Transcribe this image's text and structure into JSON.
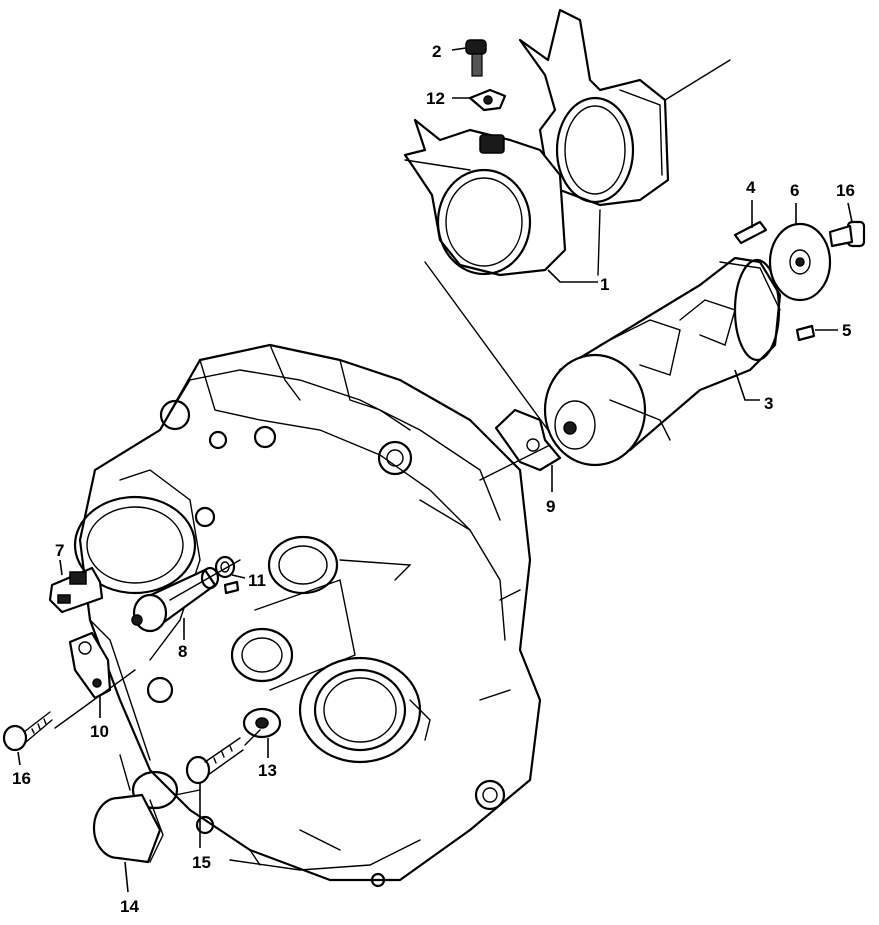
{
  "callouts": {
    "c1": "1",
    "c2": "2",
    "c3": "3",
    "c4": "4",
    "c5": "5",
    "c6": "6",
    "c7": "7",
    "c8": "8",
    "c9": "9",
    "c10": "10",
    "c11": "11",
    "c12": "12",
    "c13": "13",
    "c14": "14",
    "c15": "15",
    "c16a": "16",
    "c16b": "16"
  }
}
